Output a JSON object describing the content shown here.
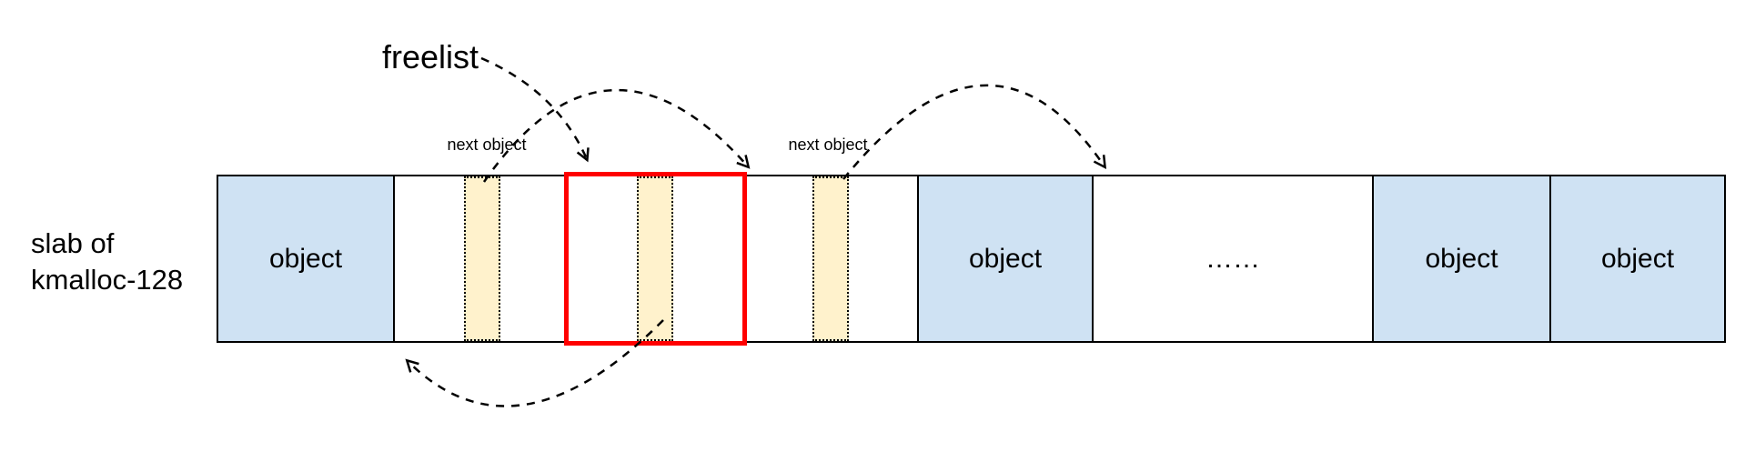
{
  "diagram": {
    "title_label": "slab of\nkmalloc-128",
    "freelist_label": "freelist",
    "next_object_labels": [
      "next object",
      "next object"
    ],
    "cells": [
      {
        "index": 0,
        "type": "allocated",
        "label": "object"
      },
      {
        "index": 1,
        "type": "free",
        "label": "",
        "next_object_strip": true
      },
      {
        "index": 2,
        "type": "free-highlighted",
        "label": "",
        "next_object_strip": true,
        "highlight": "red outline"
      },
      {
        "index": 3,
        "type": "free",
        "label": "",
        "next_object_strip": true
      },
      {
        "index": 4,
        "type": "allocated",
        "label": "object"
      },
      {
        "index": 5,
        "type": "ellipsis",
        "label": "……"
      },
      {
        "index": 6,
        "type": "allocated",
        "label": "object"
      },
      {
        "index": 7,
        "type": "allocated",
        "label": "object"
      }
    ],
    "arrows": [
      {
        "name": "freelist-to-highlighted-free-object",
        "style": "dashed",
        "from": "freelist label",
        "to": "top of red-highlighted free object"
      },
      {
        "name": "highlighted-object-next-to-left-free-object",
        "style": "dashed",
        "from": "next-object strip of highlighted object (bottom)",
        "to": "bottom-left of first free object"
      },
      {
        "name": "first-free-object-next-to-third-free-object",
        "style": "dashed",
        "from": "next-object strip of first free object (top)",
        "to": "top of free object right of red box"
      },
      {
        "name": "third-free-object-next-to-further-objects",
        "style": "dashed",
        "from": "next-object strip of third free object (top)",
        "to": "top of ellipsis region"
      }
    ],
    "colors": {
      "allocated_fill": "#cfe2f3",
      "next_object_strip_fill": "#fff2cc",
      "highlight_border": "#ff0000",
      "line": "#000000",
      "background": "#ffffff"
    }
  }
}
